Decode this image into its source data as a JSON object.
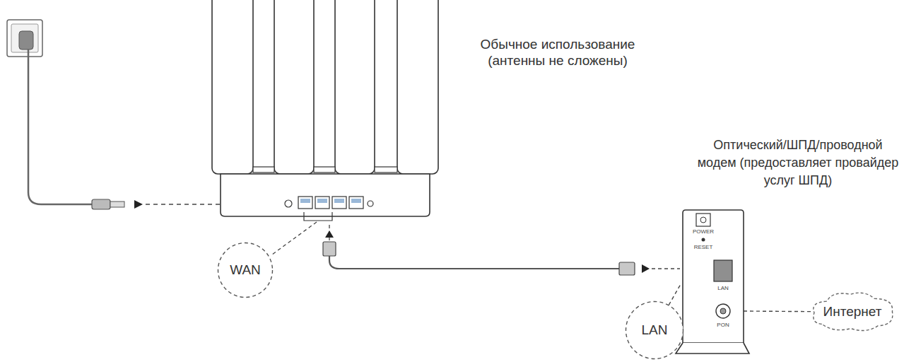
{
  "diagram": {
    "nodes": [
      {
        "text": [
          "Оптический/ШПД/проводной модем (предоставляет провайдер услуг ШПД)",
          "POWER",
          "RESET",
          "LAN",
          "PON"
        ]
      },
      {
        "text": [
          "WAN"
        ]
      },
      {
        "text": [
          "LAN"
        ]
      },
      {
        "text": [
          "Интернет"
        ]
      }
    ],
    "edges": [
      {
        "from": 2,
        "to": 0,
        "arrow": "none"
      },
      {
        "from": 0,
        "to": 3,
        "arrow": "none"
      }
    ],
    "labels": [
      "Обычное использование (антенны не сложены)"
    ]
  }
}
